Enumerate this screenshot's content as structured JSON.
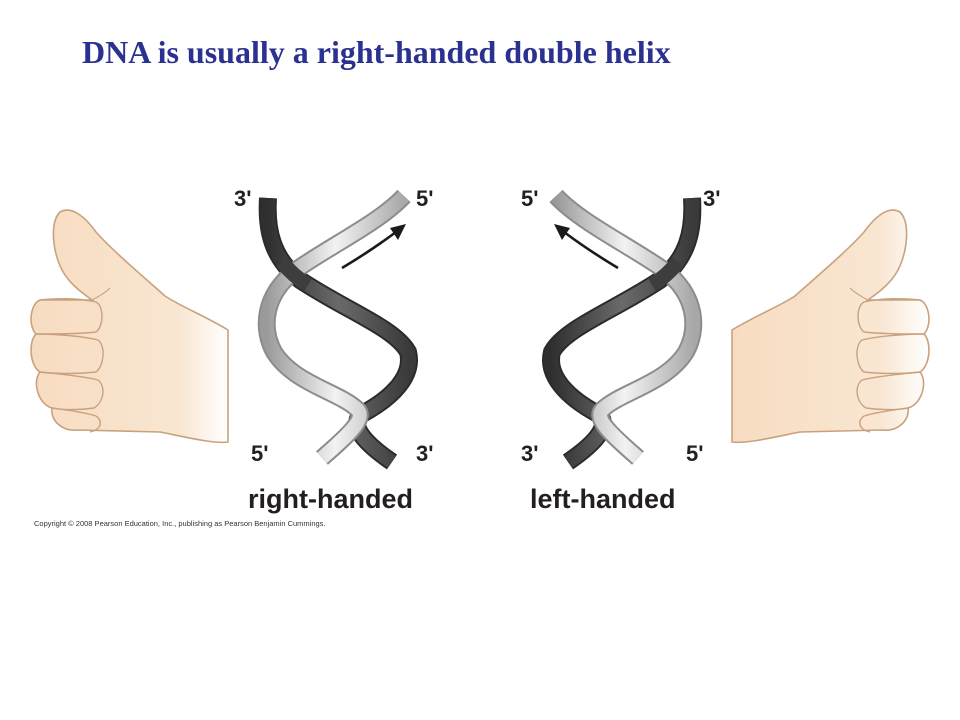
{
  "title": "DNA is usually a right-handed double helix",
  "right_helix": {
    "top_left": "3'",
    "top_right": "5'",
    "bottom_left": "5'",
    "bottom_right": "3'",
    "caption": "right-handed"
  },
  "left_helix": {
    "top_left": "5'",
    "top_right": "3'",
    "bottom_left": "3'",
    "bottom_right": "5'",
    "caption": "left-handed"
  },
  "copyright": "Copyright © 2008 Pearson Education, Inc., publishing as Pearson Benjamin Cummings.",
  "colors": {
    "title": "#2b3190",
    "skin": "#f7dcc0",
    "skin_outline": "#c8a27f",
    "strand_dark": "#4a4a4a",
    "strand_light": "#d6d6d6"
  }
}
